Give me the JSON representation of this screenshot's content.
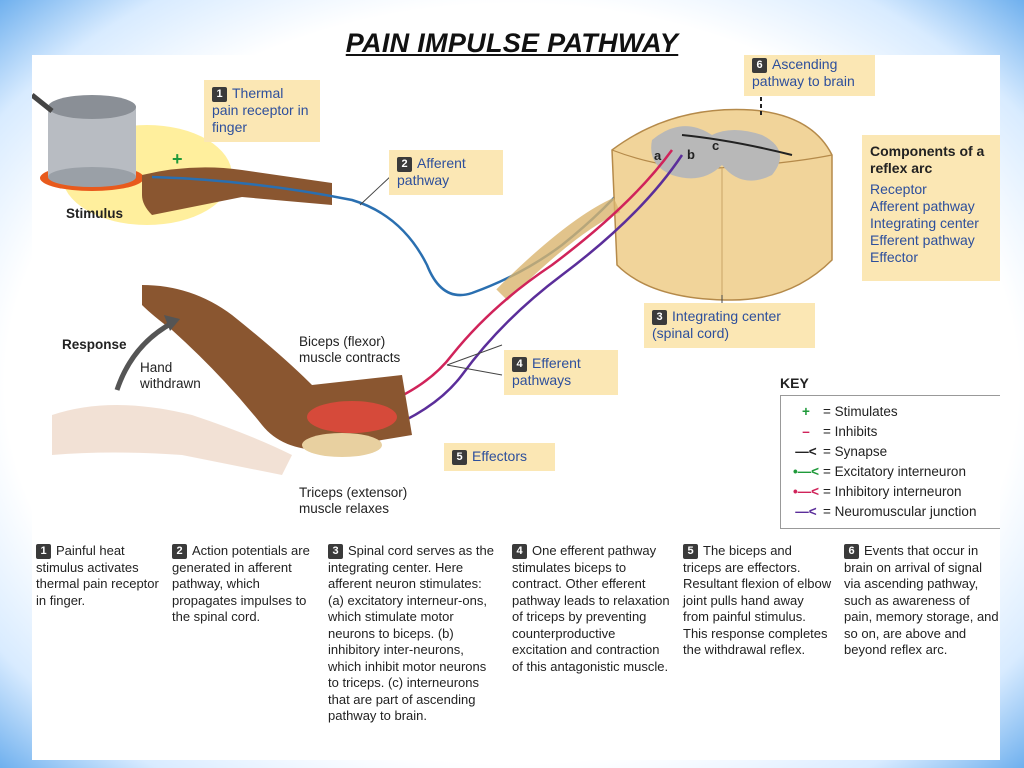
{
  "title": "PAIN IMPULSE PATHWAY",
  "labels": {
    "l1": {
      "num": "1",
      "text": "Thermal pain receptor in finger"
    },
    "l2": {
      "num": "2",
      "text": "Afferent pathway"
    },
    "l3": {
      "num": "3",
      "text": "Integrating center (spinal cord)"
    },
    "l4": {
      "num": "4",
      "text": "Efferent pathways"
    },
    "l5": {
      "num": "5",
      "text": "Effectors"
    },
    "l6": {
      "num": "6",
      "text": "Ascending pathway to brain"
    }
  },
  "plain_labels": {
    "stimulus": "Stimulus",
    "response": "Response",
    "hand_withdrawn": "Hand withdrawn",
    "biceps": "Biceps (flexor) muscle contracts",
    "triceps": "Triceps (extensor) muscle relaxes",
    "a": "a",
    "b": "b",
    "c": "c"
  },
  "components": {
    "title": "Components of a reflex arc",
    "items": [
      "Receptor",
      "Afferent pathway",
      "Integrating center",
      "Efferent pathway",
      "Effector"
    ]
  },
  "key": {
    "title": "KEY",
    "rows": [
      {
        "symbol": "+",
        "text": "= Stimulates",
        "color": "#1f9a3a"
      },
      {
        "symbol": "–",
        "text": "= Inhibits",
        "color": "#d0235a"
      },
      {
        "symbol": "—<",
        "text": "= Synapse",
        "color": "#222222"
      },
      {
        "symbol": "•—<",
        "text": "= Excitatory interneuron",
        "color": "#1f9a3a"
      },
      {
        "symbol": "•—<",
        "text": "= Inhibitory interneuron",
        "color": "#d0235a"
      },
      {
        "symbol": "—<",
        "text": "= Neuromuscular junction",
        "color": "#5b2e9a"
      }
    ]
  },
  "descriptions": [
    {
      "num": "1",
      "text": "Painful heat stimulus activates thermal pain receptor in finger."
    },
    {
      "num": "2",
      "text": "Action potentials are generated in afferent pathway, which propagates impulses to the spinal cord."
    },
    {
      "num": "3",
      "text": "Spinal cord serves as the integrating center. Here afferent neuron stimulates: (a) excitatory interneur-ons, which stimulate motor neurons to biceps. (b) inhibitory inter-neurons, which inhibit motor neurons to triceps. (c) interneurons that are part of ascending pathway to brain."
    },
    {
      "num": "4",
      "text": "One efferent pathway stimulates biceps to contract. Other efferent pathway leads to relaxation of triceps by preventing counterproductive excitation and contraction of this antagonistic muscle."
    },
    {
      "num": "5",
      "text": "The biceps and triceps are effectors. Resultant flexion of elbow joint pulls hand away from painful stimulus. This response completes the withdrawal reflex."
    },
    {
      "num": "6",
      "text": "Events that occur in brain on arrival of signal via ascending pathway, such as awareness of pain, memory storage, and so on, are above and beyond reflex arc."
    }
  ],
  "colors": {
    "afferent": "#2a6fb0",
    "efferent_pink": "#d0235a",
    "efferent_purple": "#5b2e9a",
    "label_bg": "#fbe7b4",
    "spinal": "#f1d49a"
  }
}
